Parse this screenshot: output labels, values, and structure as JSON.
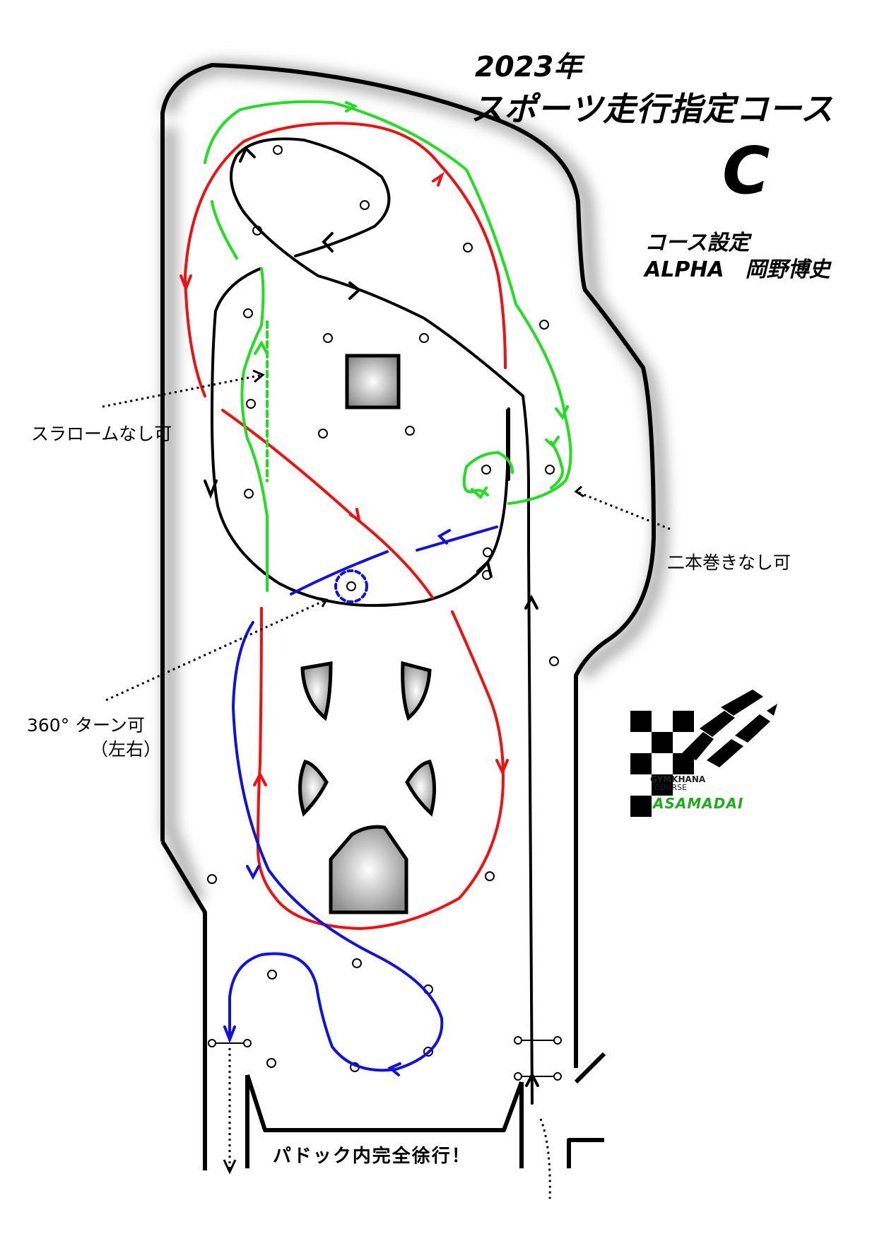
{
  "title": {
    "year": "2023年",
    "main": "スポーツ走行指定コース",
    "course_letter": "C"
  },
  "setter": {
    "label": "コース設定",
    "name": "ALPHA　岡野博史"
  },
  "notes": {
    "slalom": "スラロームなし可",
    "double_loop": "二本巻きなし可",
    "turn_360": "360°  ターン可",
    "turn_dir": "（左右）"
  },
  "paddock": "パドック内完全徐行！",
  "logo": {
    "line1": "GYMKHANA",
    "line2": "COURSE",
    "brand": "ASAMADAI"
  },
  "colors": {
    "black_route": "#000000",
    "red_route": "#ee1111",
    "green_route": "#22dd22",
    "blue_route": "#1111dd",
    "logo_green": "#22aa22"
  }
}
